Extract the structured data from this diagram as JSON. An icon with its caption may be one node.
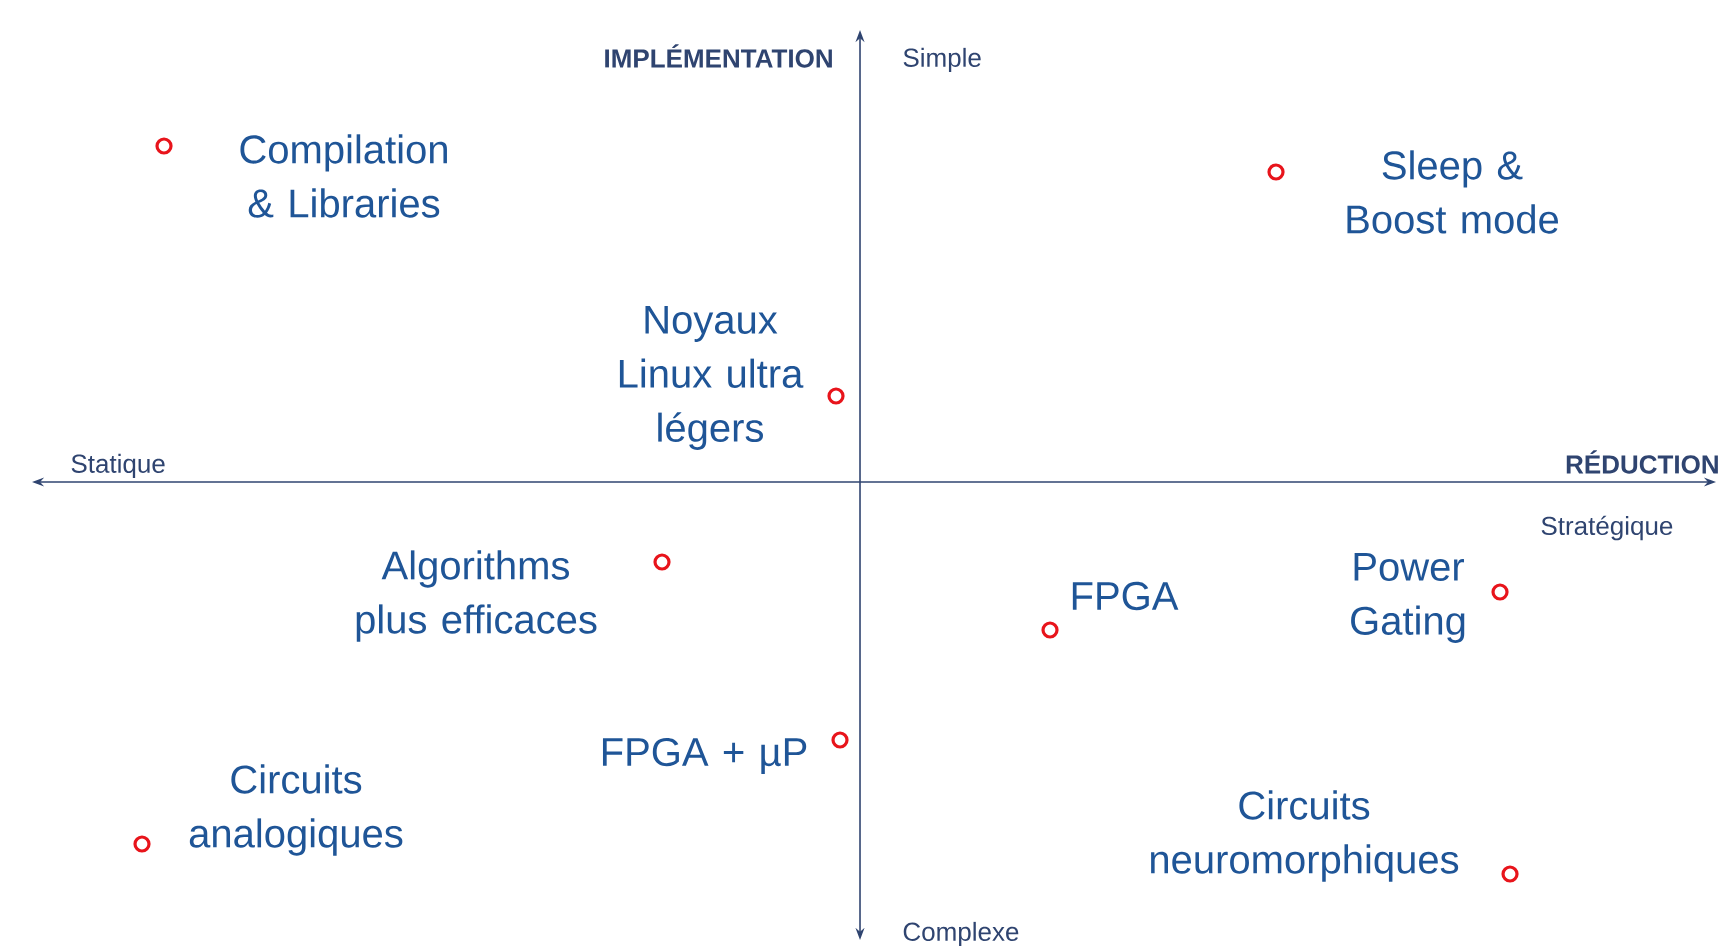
{
  "diagram": {
    "nodes": [
      {
        "text": [],
        "shape": "circle",
        "beside": [
          "Compilation & Libraries"
        ]
      },
      {
        "text": [],
        "shape": "circle",
        "beside": [
          "Sleep & Boost mode"
        ]
      },
      {
        "text": [],
        "shape": "circle",
        "beside": [
          "Noyaux Linux ultra légers"
        ]
      },
      {
        "text": [],
        "shape": "circle",
        "beside": [
          "Algorithms plus efficaces"
        ]
      },
      {
        "text": [],
        "shape": "circle",
        "beside": [
          "FPGA"
        ]
      },
      {
        "text": [],
        "shape": "circle",
        "beside": [
          "Power Gating"
        ]
      },
      {
        "text": [],
        "shape": "circle",
        "beside": [
          "FPGA + µP"
        ]
      },
      {
        "text": [],
        "shape": "circle",
        "beside": [
          "Circuits analogiques"
        ]
      },
      {
        "text": [],
        "shape": "circle",
        "beside": [
          "Circuits neuromorphiques"
        ]
      }
    ],
    "edges": [],
    "labels": [
      "IMPLÉMENTATION",
      "Simple",
      "Statique",
      "RÉDUCTION",
      "Stratégique",
      "Complexe"
    ]
  }
}
